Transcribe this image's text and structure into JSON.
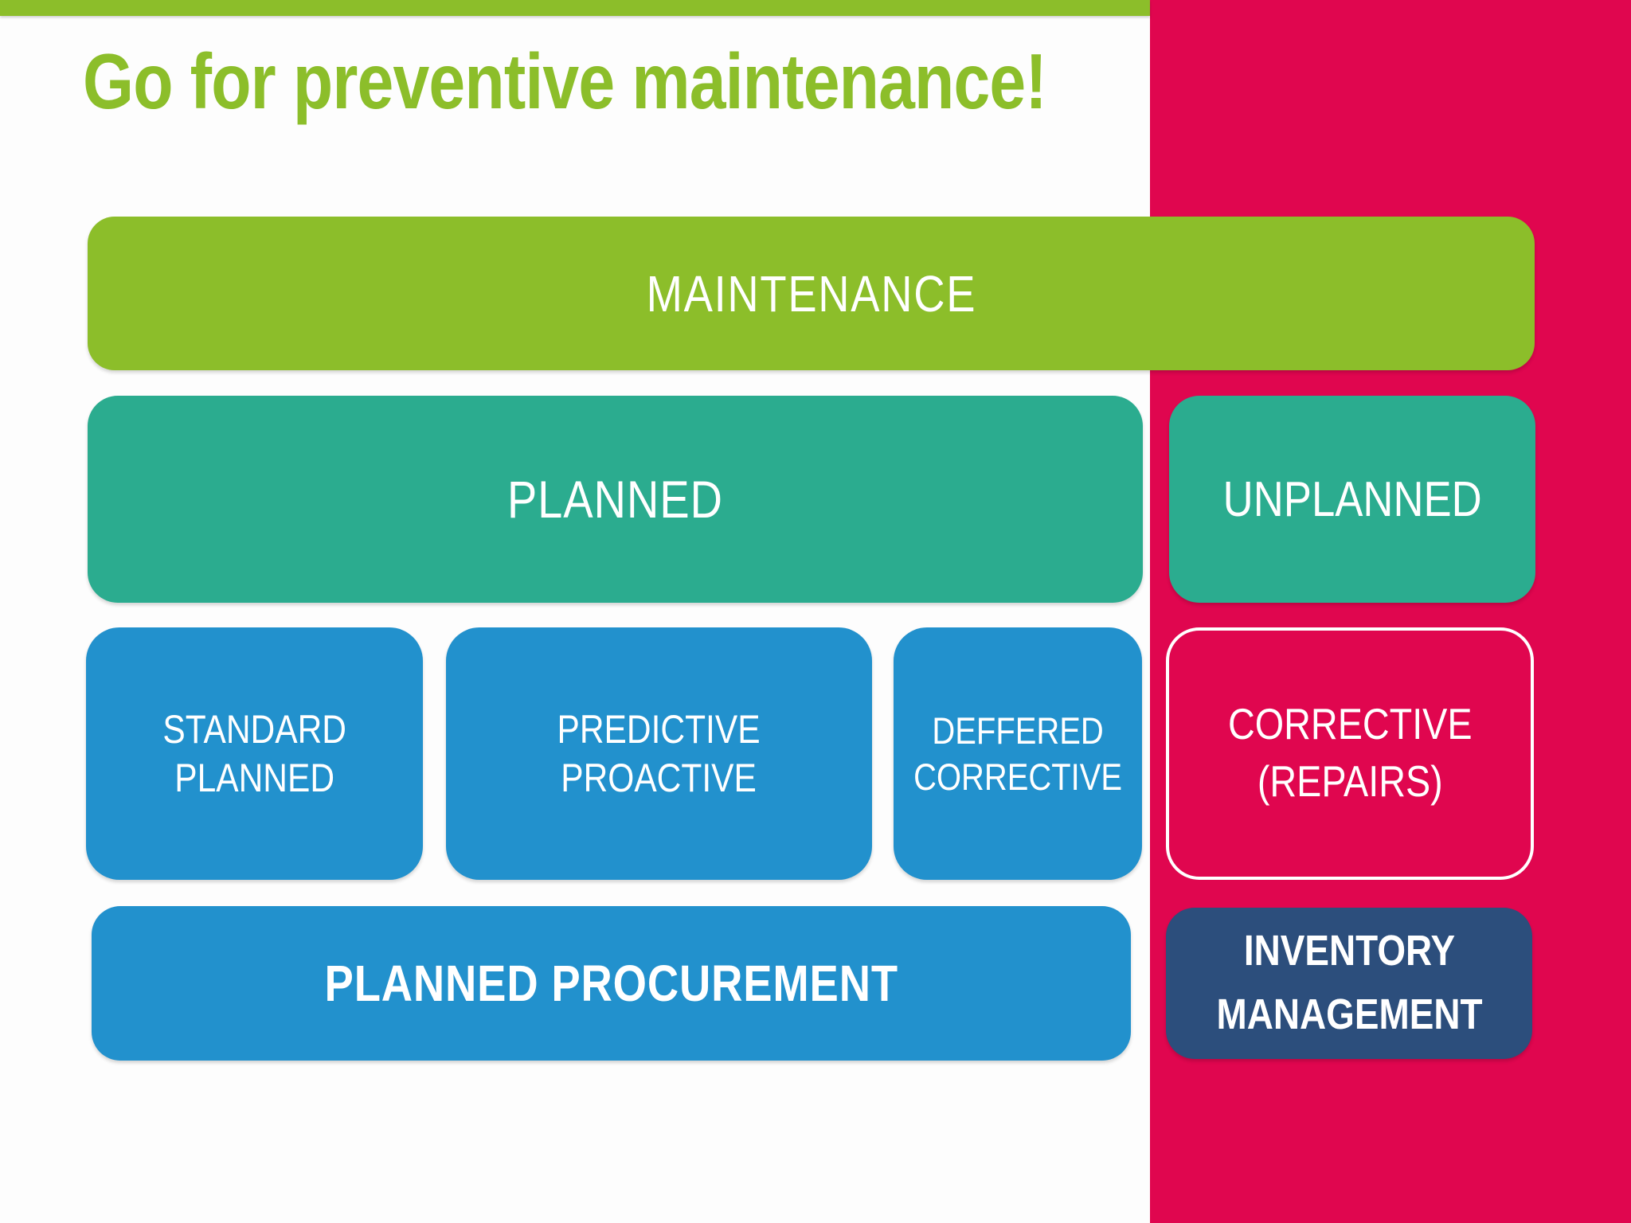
{
  "slide": {
    "title": "Go for preventive maintenance!"
  },
  "colors": {
    "green": "#8CBE2A",
    "teal": "#2BAC8F",
    "blue": "#2291CD",
    "navy": "#2C4E7C",
    "pink": "#E0064F"
  },
  "boxes": {
    "maintenance": {
      "label": "MAINTENANCE"
    },
    "planned": {
      "label": "PLANNED"
    },
    "unplanned": {
      "label": "UNPLANNED"
    },
    "standard_planned": {
      "line1": "STANDARD",
      "line2": "PLANNED"
    },
    "predictive_proactive": {
      "line1": "PREDICTIVE",
      "line2": "PROACTIVE"
    },
    "deffered_corrective": {
      "line1": "DEFFERED",
      "line2": "CORRECTIVE"
    },
    "corrective_repairs": {
      "line1": "CORRECTIVE",
      "line2": "(REPAIRS)"
    },
    "planned_procurement": {
      "label": "PLANNED PROCUREMENT"
    },
    "inventory_management": {
      "line1": "INVENTORY",
      "line2": "MANAGEMENT"
    }
  }
}
